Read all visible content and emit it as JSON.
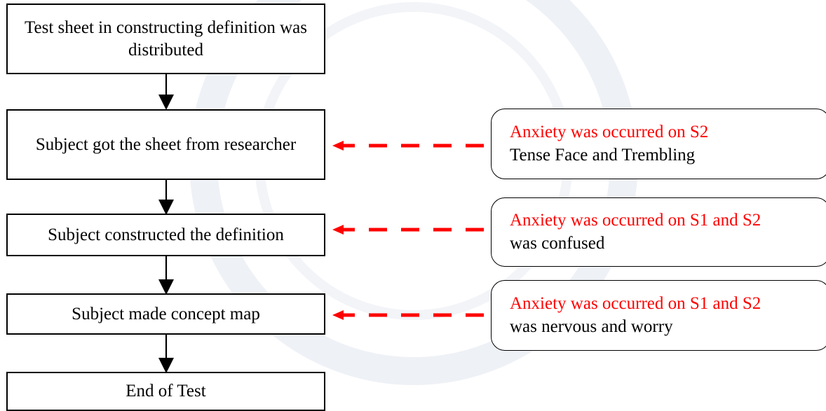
{
  "flow": {
    "steps": [
      "Test sheet in constructing definition was distributed",
      "Subject got the sheet from researcher",
      "Subject constructed the definition",
      "Subject made concept map",
      "End of Test"
    ]
  },
  "notes": [
    {
      "title": "Anxiety was occurred on S2",
      "desc": "Tense Face and Trembling"
    },
    {
      "title": "Anxiety was occurred on S1 and S2",
      "desc": "was confused"
    },
    {
      "title": "Anxiety was occurred on S1 and S2",
      "desc": "was nervous and worry"
    }
  ],
  "colors": {
    "note_title": "#ff0000",
    "dashed_arrow": "#ff0000",
    "box_border": "#000000"
  }
}
